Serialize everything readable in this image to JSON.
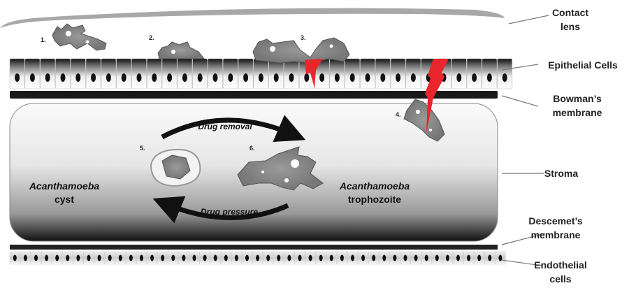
{
  "layers": {
    "contact_lens": [
      "Contact",
      "lens"
    ],
    "epithelial": "Epithelial Cells",
    "bowman": [
      "Bowman’s",
      "membrane"
    ],
    "stroma": "Stroma",
    "descemet": [
      "Descemet’s",
      "membrane"
    ],
    "endothelial": [
      "Endothelial",
      "cells"
    ]
  },
  "steps": [
    "1.",
    "2.",
    "3.",
    "4.",
    "5.",
    "6."
  ],
  "cycle": {
    "top_arrow": "Drug removal",
    "bottom_arrow": "Drug pressure",
    "cyst": [
      "Acanthamoeba",
      "cyst"
    ],
    "trophozoite": [
      "Acanthamoeba",
      "trophozoite"
    ]
  },
  "colors": {
    "damage": "#e8262b",
    "lens": "#a8a8a8"
  }
}
